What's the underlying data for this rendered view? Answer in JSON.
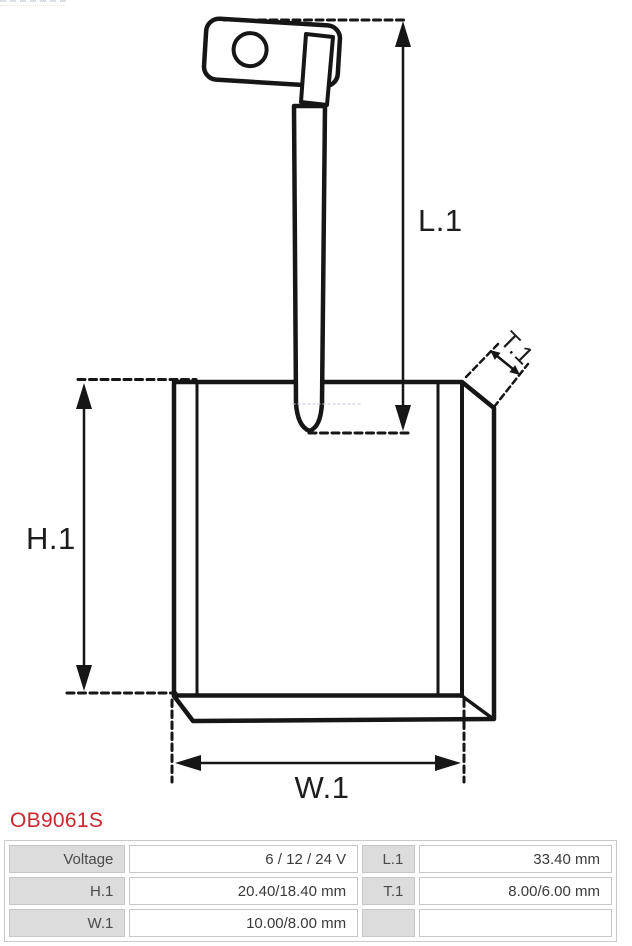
{
  "part_number": "OB9061S",
  "part_number_color": "#c9282e",
  "drawing": {
    "type": "technical-drawing-carbon-brush",
    "stroke_color": "#161616",
    "dim_length_label": "L.1",
    "dim_height_label": "H.1",
    "dim_width_label": "W.1",
    "dim_thickness_label": "T.1"
  },
  "spec_table": {
    "label_bg": "#dcdcdc",
    "border_color": "#c9c9c9",
    "rows": [
      {
        "c1_label": "Voltage",
        "c1_value": "6 / 12 / 24 V",
        "c2_label": "L.1",
        "c2_value": "33.40 mm"
      },
      {
        "c1_label": "H.1",
        "c1_value": "20.40/18.40 mm",
        "c2_label": "T.1",
        "c2_value": "8.00/6.00 mm"
      },
      {
        "c1_label": "W.1",
        "c1_value": "10.00/8.00 mm",
        "c2_label": "",
        "c2_value": ""
      }
    ]
  }
}
